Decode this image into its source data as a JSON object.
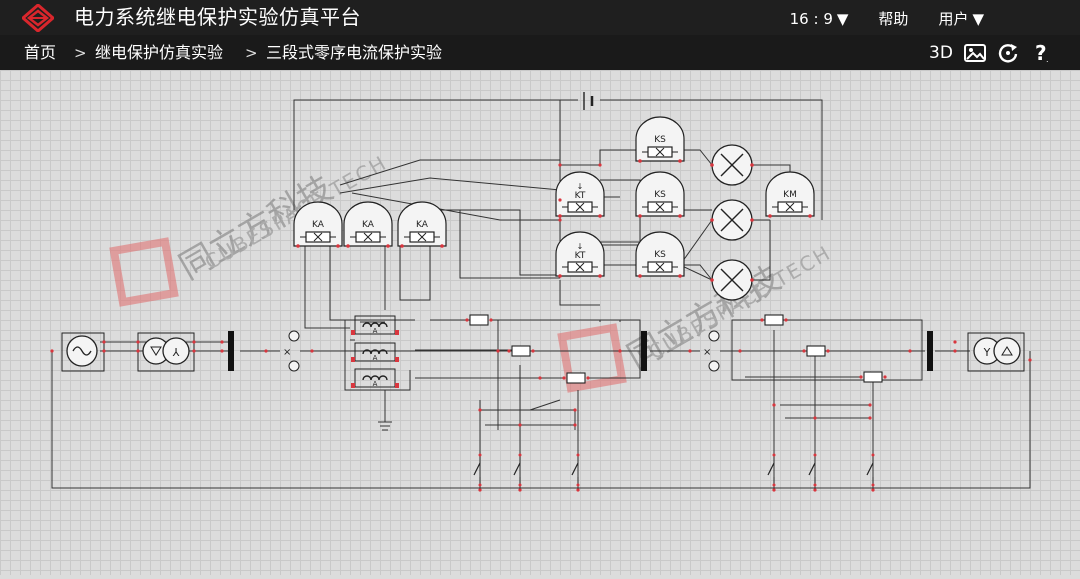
{
  "app": {
    "title": "电力系统继电保护实验仿真平台"
  },
  "top_menu": {
    "aspect_ratio": "16 : 9",
    "help": "帮助",
    "user": "用户"
  },
  "breadcrumb": {
    "home": "首页",
    "separator": ">",
    "level1": "继电保护仿真实验",
    "level2": "三段式零序电流保护实验"
  },
  "toolbar": {
    "view_3d": "3D",
    "icons": [
      "image-icon",
      "refresh-icon",
      "help-icon"
    ]
  },
  "diagram": {
    "relay_ka_label": "KA",
    "relay_ks_label": "KS",
    "relay_kt_label": "KT",
    "relay_km_label": "KM",
    "ct_label": "A",
    "watermark_cn": "同立方科技",
    "watermark_en": "CUBESPACE TECH"
  },
  "colors": {
    "topbar_bg": "#1f1f1f",
    "canvas_bg": "#dcdcdc",
    "logo_red": "#d9262c",
    "terminal_red": "#d9363e",
    "watermark": "#e06a6a"
  }
}
